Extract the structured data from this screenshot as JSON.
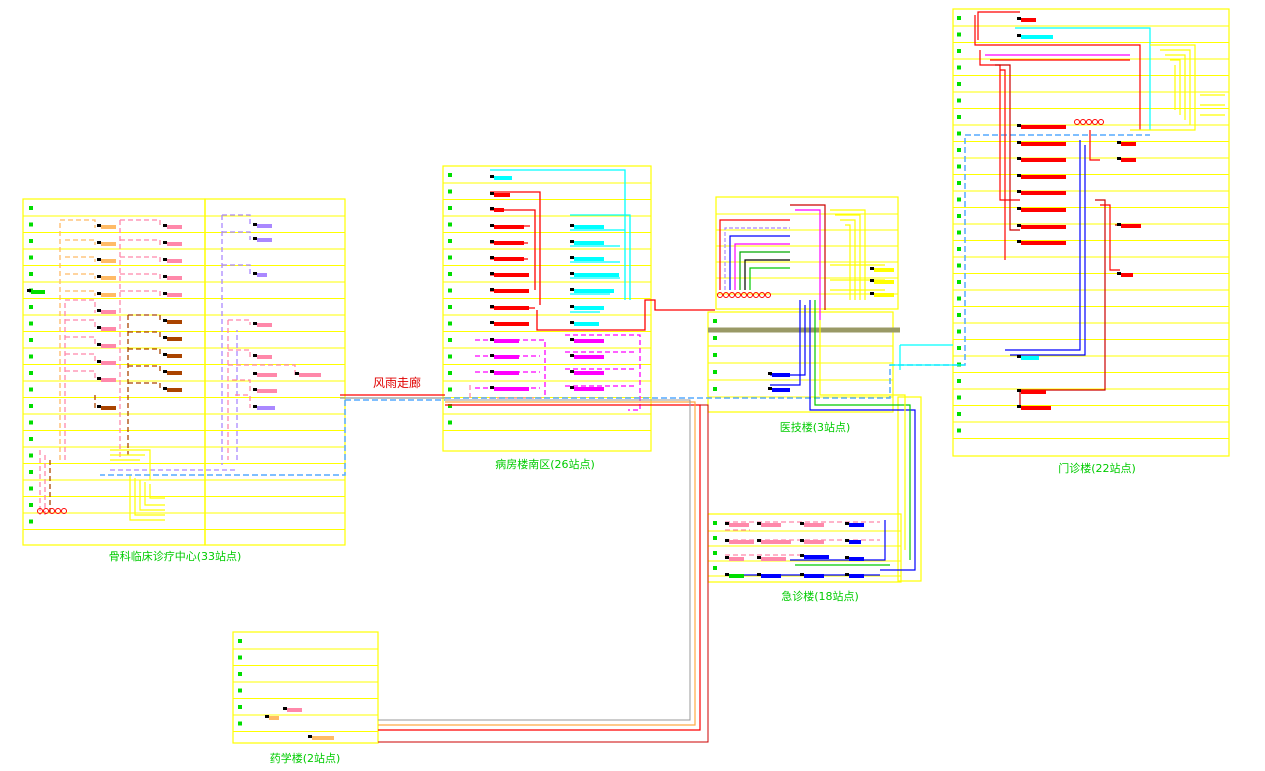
{
  "diagram": {
    "buildings": [
      {
        "id": "guke",
        "label": "骨科临床诊疗中心(33站点)"
      },
      {
        "id": "bingfang",
        "label": "病房楼南区(26站点)"
      },
      {
        "id": "yiji",
        "label": "医技楼(3站点)"
      },
      {
        "id": "menzhen",
        "label": "门诊楼(22站点)"
      },
      {
        "id": "jizhen",
        "label": "急诊楼(18站点)"
      },
      {
        "id": "yaoxue",
        "label": "药学楼(2站点)"
      }
    ],
    "corridor": {
      "label": "风雨走廊"
    },
    "colors": {
      "frame": "#ffff00",
      "station": "#00dd00",
      "label": "#00cc00",
      "corridor_label": "#e00000",
      "pipe_red": "#ff0000",
      "pipe_cyan": "#00ffff",
      "pipe_magenta": "#ff00ff",
      "pipe_pink": "#ff88aa",
      "pipe_orange": "#ffbb66",
      "pipe_brown": "#aa4400",
      "pipe_purple": "#aa88ff",
      "pipe_blue": "#0000ff",
      "pipe_darkred": "#cc0000",
      "pipe_olive": "#999966"
    }
  }
}
